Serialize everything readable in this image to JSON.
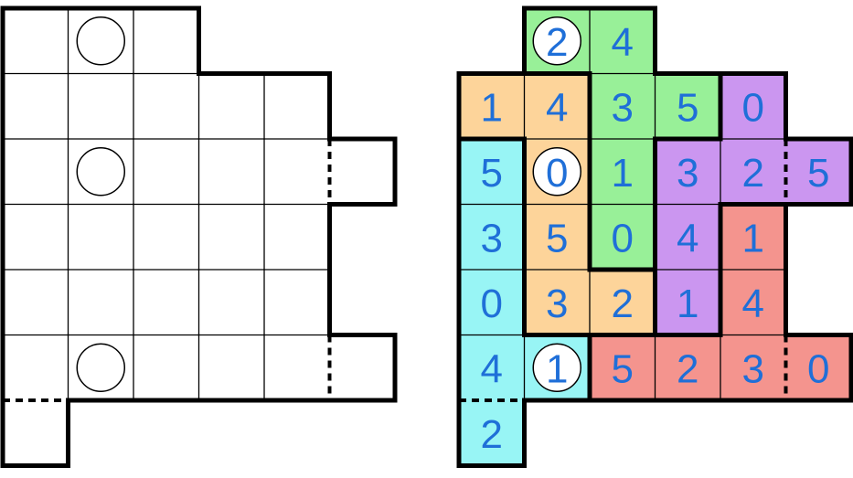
{
  "puzzles": [
    {
      "id": "empty",
      "rows": [
        [
          "",
          "",
          "",
          null,
          null,
          null,
          null
        ],
        [
          "",
          "",
          "",
          "",
          "",
          null,
          null
        ],
        [
          "",
          "",
          "",
          "",
          "",
          "",
          null
        ],
        [
          "",
          "",
          "",
          "",
          "",
          null,
          null
        ],
        [
          "",
          "",
          "",
          "",
          "",
          null,
          null
        ],
        [
          "",
          "",
          "",
          "",
          "",
          "",
          null
        ],
        [
          "",
          null,
          null,
          null,
          null,
          null,
          null
        ]
      ],
      "circles": [
        [
          0,
          1
        ],
        [
          2,
          1
        ],
        [
          5,
          1
        ]
      ],
      "colors": null
    },
    {
      "id": "solved",
      "rows": [
        [
          null,
          "2",
          "4",
          null,
          null,
          null,
          null
        ],
        [
          "1",
          "4",
          "3",
          "5",
          "0",
          null,
          null
        ],
        [
          "5",
          "0",
          "1",
          "3",
          "2",
          "5",
          null
        ],
        [
          "3",
          "5",
          "0",
          "4",
          "1",
          null,
          null
        ],
        [
          "0",
          "3",
          "2",
          "1",
          "4",
          null,
          null
        ],
        [
          "4",
          "1",
          "5",
          "2",
          "3",
          "0",
          null
        ],
        [
          "2",
          null,
          null,
          null,
          null,
          null,
          null
        ]
      ],
      "circles": [
        [
          0,
          1
        ],
        [
          2,
          1
        ],
        [
          5,
          1
        ]
      ],
      "colors": [
        [
          null,
          "G",
          "G",
          null,
          null,
          null,
          null
        ],
        [
          "O",
          "O",
          "G",
          "G",
          "P",
          null,
          null
        ],
        [
          "C",
          "O",
          "G",
          "P",
          "P",
          "P",
          null
        ],
        [
          "C",
          "O",
          "G",
          "P",
          "R",
          null,
          null
        ],
        [
          "C",
          "O",
          "O",
          "P",
          "R",
          null,
          null
        ],
        [
          "C",
          "C",
          "R",
          "R",
          "R",
          "R",
          null
        ],
        [
          "C",
          null,
          null,
          null,
          null,
          null,
          null
        ]
      ]
    }
  ],
  "palette": {
    "G": "#98f098",
    "O": "#fdd49a",
    "C": "#98f5f5",
    "P": "#cb96f0",
    "R": "#f4948e",
    "text": "#1f6fd8"
  }
}
